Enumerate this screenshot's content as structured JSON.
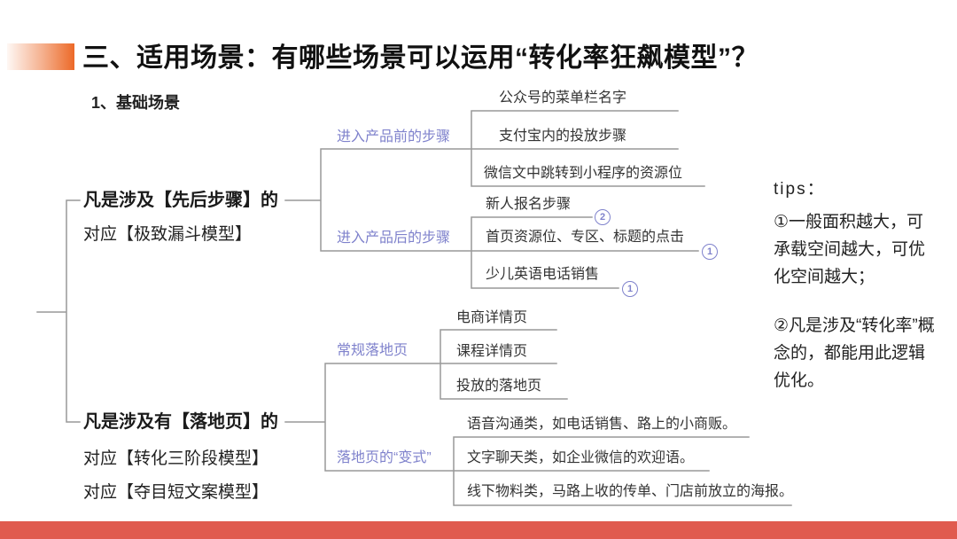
{
  "colors": {
    "accent_orange": "#EC6928",
    "branch_purple": "#7F82CC",
    "line_gray": "#999999",
    "bottom_bar": "#E05B4F"
  },
  "header": {
    "title": "三、适用场景：有哪些场景可以运用“转化率狂飙模型”？",
    "section_label": "1、基础场景"
  },
  "tree": {
    "branch1": {
      "title": "凡是涉及【先后步骤】的",
      "subtitle": "对应【极致漏斗模型】",
      "groups": [
        {
          "label": "进入产品前的步骤",
          "leaves": [
            {
              "text": "公众号的菜单栏名字"
            },
            {
              "text": "支付宝内的投放步骤"
            },
            {
              "text": "微信文中跳转到小程序的资源位"
            }
          ]
        },
        {
          "label": "进入产品后的步骤",
          "leaves": [
            {
              "text": "新人报名步骤",
              "badge": "2"
            },
            {
              "text": "首页资源位、专区、标题的点击",
              "badge": "1"
            },
            {
              "text": "少儿英语电话销售",
              "badge": "1"
            }
          ]
        }
      ]
    },
    "branch2": {
      "title": "凡是涉及有【落地页】的",
      "subtitle": "对应【转化三阶段模型】",
      "subtitle2": "对应【夺目短文案模型】",
      "groups": [
        {
          "label": "常规落地页",
          "leaves": [
            {
              "text": "电商详情页"
            },
            {
              "text": "课程详情页"
            },
            {
              "text": "投放的落地页"
            }
          ]
        },
        {
          "label": "落地页的“变式”",
          "leaves": [
            {
              "text": "语音沟通类，如电话销售、路上的小商贩。"
            },
            {
              "text": "文字聊天类，如企业微信的欢迎语。"
            },
            {
              "text": "线下物料类，马路上收的传单、门店前放立的海报。"
            }
          ]
        }
      ]
    }
  },
  "tips": {
    "title": "tips：",
    "items": [
      "①一般面积越大，可承载空间越大，可优化空间越大；",
      "②凡是涉及“转化率”概念的，都能用此逻辑优化。"
    ]
  }
}
